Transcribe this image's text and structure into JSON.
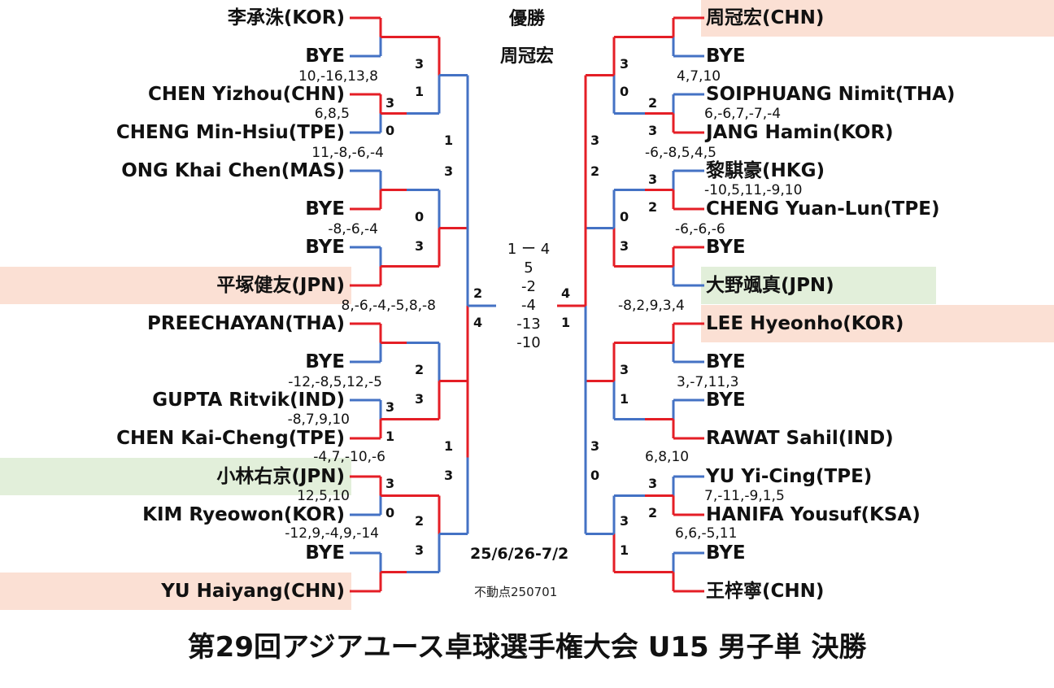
{
  "title": "第29回アジアユース卓球選手権大会 U15 男子単 決勝",
  "champion_label": "優勝",
  "champion_name": "周冠宏",
  "final_scores": [
    "1 ー 4",
    "5",
    "-2",
    "-4",
    "-13",
    "-10"
  ],
  "date": "25/6/26-7/2",
  "note": "不動点250701",
  "colors": {
    "winner_line": "#e41e26",
    "loser_line": "#4472c4",
    "highlight_pink": "#fbe0d4",
    "highlight_green": "#e2efda"
  },
  "left_players": [
    {
      "name": "李承洙(KOR)",
      "hl": ""
    },
    {
      "name": "BYE",
      "hl": ""
    },
    {
      "name": "CHEN Yizhou(CHN)",
      "hl": ""
    },
    {
      "name": "CHENG Min-Hsiu(TPE)",
      "hl": ""
    },
    {
      "name": "ONG Khai Chen(MAS)",
      "hl": ""
    },
    {
      "name": "BYE",
      "hl": ""
    },
    {
      "name": "BYE",
      "hl": ""
    },
    {
      "name": "平塚健友(JPN)",
      "hl": "pink"
    },
    {
      "name": "PREECHAYAN(THA)",
      "hl": ""
    },
    {
      "name": "BYE",
      "hl": ""
    },
    {
      "name": "GUPTA Ritvik(IND)",
      "hl": ""
    },
    {
      "name": "CHEN Kai-Cheng(TPE)",
      "hl": ""
    },
    {
      "name": "小林右京(JPN)",
      "hl": "green"
    },
    {
      "name": "KIM Ryeowon(KOR)",
      "hl": ""
    },
    {
      "name": "BYE",
      "hl": ""
    },
    {
      "name": "YU Haiyang(CHN)",
      "hl": "pink"
    }
  ],
  "right_players": [
    {
      "name": "周冠宏(CHN)",
      "hl": "pink"
    },
    {
      "name": "BYE",
      "hl": ""
    },
    {
      "name": "SOIPHUANG Nimit(THA)",
      "hl": ""
    },
    {
      "name": "JANG Hamin(KOR)",
      "hl": ""
    },
    {
      "name": "黎騏豪(HKG)",
      "hl": ""
    },
    {
      "name": "CHENG Yuan-Lun(TPE)",
      "hl": ""
    },
    {
      "name": "BYE",
      "hl": ""
    },
    {
      "name": "大野颯真(JPN)",
      "hl": "green"
    },
    {
      "name": "LEE Hyeonho(KOR)",
      "hl": "pink"
    },
    {
      "name": "BYE",
      "hl": ""
    },
    {
      "name": "BYE",
      "hl": ""
    },
    {
      "name": "RAWAT Sahil(IND)",
      "hl": ""
    },
    {
      "name": "YU Yi-Cing(TPE)",
      "hl": ""
    },
    {
      "name": "HANIFA Yousuf(KSA)",
      "hl": ""
    },
    {
      "name": "BYE",
      "hl": ""
    },
    {
      "name": "王梓寧(CHN)",
      "hl": ""
    }
  ],
  "left_scores": [
    "10,-16,13,8",
    "6,8,5",
    "11,-8,-6,-4",
    "-8,-6,-4",
    "8,-6,-4,-5,8,-8",
    "-12,-8,5,12,-5",
    "-8,7,9,10",
    "-4,7,-10,-6",
    "12,5,10",
    "-12,9,-4,9,-14"
  ],
  "right_scores": [
    "4,7,10",
    "6,-6,7,-7,-4",
    "-6,-8,5,4,5",
    "-10,5,11,-9,10",
    "-6,-6,-6",
    "-8,2,9,3,4",
    "3,-7,11,3",
    "6,8,10",
    "7,-11,-9,1,5",
    "6,6,-5,11"
  ],
  "game_counts": {
    "left_r1": [
      "3",
      "1",
      "3",
      "0",
      "0",
      "3",
      "2",
      "3",
      "3",
      "1",
      "3",
      "0",
      "2",
      "3"
    ],
    "left_r2": [
      "1",
      "3",
      "2",
      "3",
      "1",
      "3"
    ],
    "left_sf": [
      "2",
      "4"
    ],
    "right_r1": [
      "3",
      "0",
      "2",
      "3",
      "3",
      "2",
      "0",
      "3",
      "3",
      "1",
      "3",
      "2",
      "3",
      "1"
    ],
    "right_r2": [
      "3",
      "2",
      "3",
      "0"
    ],
    "right_sf": [
      "4",
      "1"
    ]
  }
}
